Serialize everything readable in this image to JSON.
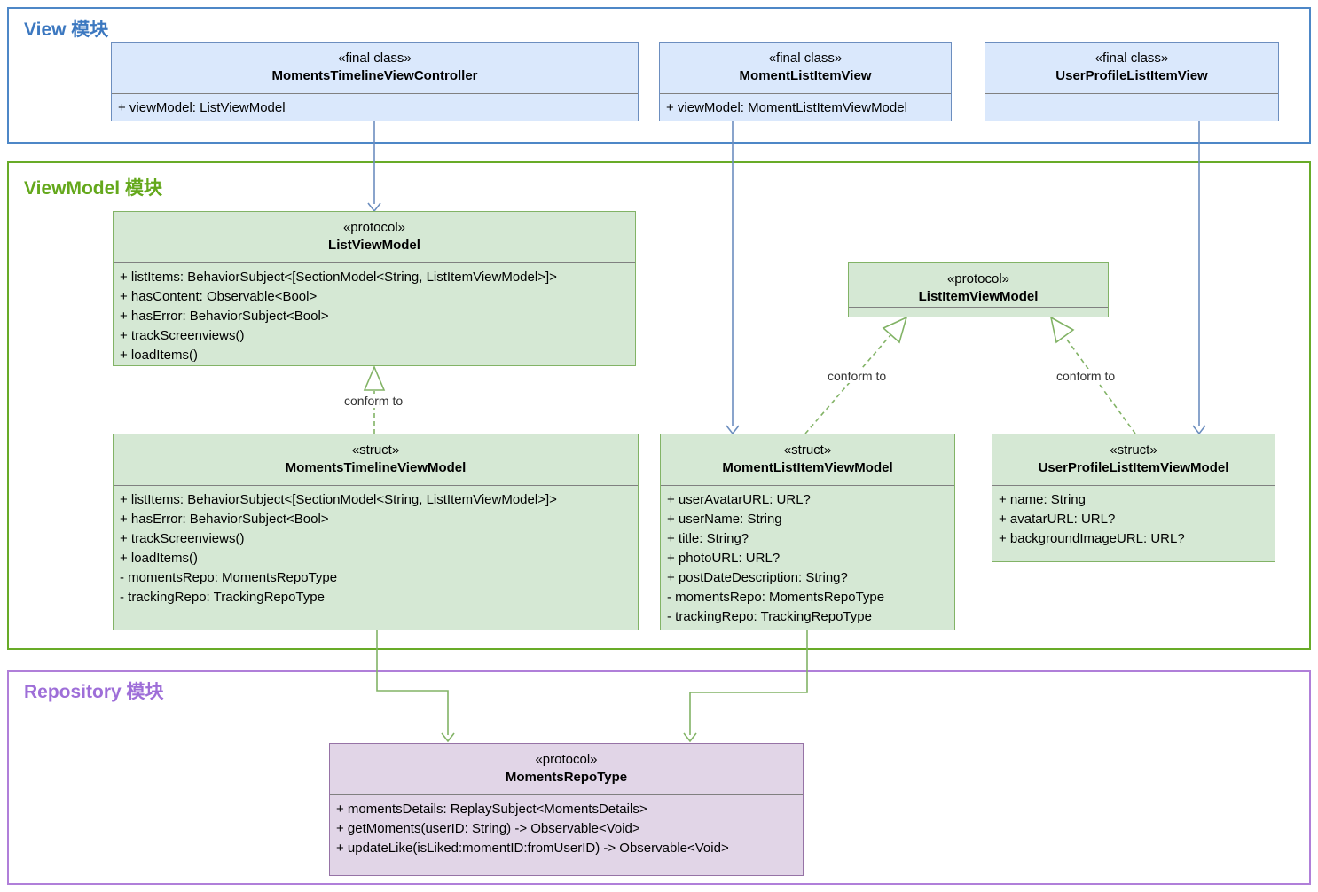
{
  "modules": {
    "view": {
      "label": "View 模块"
    },
    "viewmodel": {
      "label": "ViewModel 模块"
    },
    "repository": {
      "label": "Repository 模块"
    }
  },
  "labels": {
    "conform_to": "conform to"
  },
  "colors": {
    "view_header": "#3c78c0",
    "viewmodel_header": "#64a81c",
    "repository_header": "#9e6ed8",
    "blue_fill": "#dae8fc",
    "blue_stroke": "#6c8ebf",
    "green_fill": "#d5e8d4",
    "green_stroke": "#82b366",
    "purple_fill": "#e1d5e7",
    "purple_stroke": "#9673a6"
  },
  "classes": {
    "mtvc": {
      "stereotype": "«final class»",
      "name": "MomentsTimelineViewController",
      "attrs": [
        "+ viewModel: ListViewModel"
      ]
    },
    "mliv": {
      "stereotype": "«final class»",
      "name": "MomentListItemView",
      "attrs": [
        "+ viewModel: MomentListItemViewModel"
      ]
    },
    "upliv": {
      "stereotype": "«final class»",
      "name": "UserProfileListItemView",
      "attrs": []
    },
    "lvm": {
      "stereotype": "«protocol»",
      "name": "ListViewModel",
      "attrs": [
        "+ listItems: BehaviorSubject<[SectionModel<String, ListItemViewModel>]>",
        "+ hasContent: Observable<Bool>",
        "+ hasError: BehaviorSubject<Bool>",
        "+ trackScreenviews()",
        "+ loadItems()"
      ]
    },
    "livm": {
      "stereotype": "«protocol»",
      "name": "ListItemViewModel",
      "attrs": []
    },
    "mtvm": {
      "stereotype": "«struct»",
      "name": "MomentsTimelineViewModel",
      "attrs": [
        "+ listItems: BehaviorSubject<[SectionModel<String, ListItemViewModel>]>",
        "+ hasError: BehaviorSubject<Bool>",
        "+ trackScreenviews()",
        "+ loadItems()",
        "- momentsRepo: MomentsRepoType",
        "- trackingRepo: TrackingRepoType"
      ]
    },
    "mlivm": {
      "stereotype": "«struct»",
      "name": "MomentListItemViewModel",
      "attrs": [
        "+ userAvatarURL: URL?",
        "+ userName: String",
        "+ title: String?",
        "+ photoURL: URL?",
        "+ postDateDescription: String?",
        "- momentsRepo: MomentsRepoType",
        "- trackingRepo: TrackingRepoType"
      ]
    },
    "uplivm": {
      "stereotype": "«struct»",
      "name": "UserProfileListItemViewModel",
      "attrs": [
        "+ name: String",
        "+ avatarURL: URL?",
        "+ backgroundImageURL: URL?"
      ]
    },
    "mrt": {
      "stereotype": "«protocol»",
      "name": "MomentsRepoType",
      "attrs": [
        "+ momentsDetails: ReplaySubject<MomentsDetails>",
        "+ getMoments(userID: String) -> Observable<Void>",
        "+ updateLike(isLiked:momentID:fromUserID) -> Observable<Void>"
      ]
    }
  }
}
